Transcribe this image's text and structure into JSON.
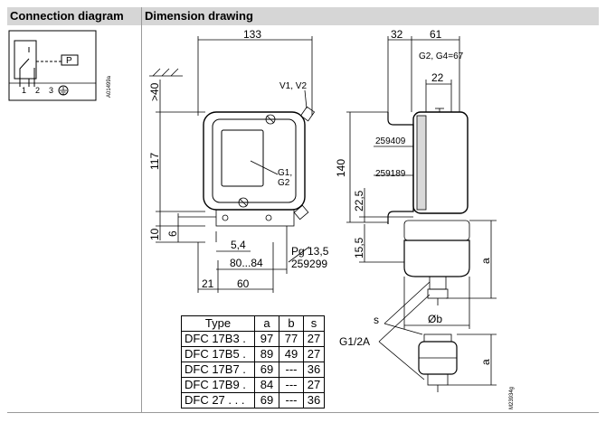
{
  "header": {
    "connection_title": "Connection diagram",
    "dimension_title": "Dimension drawing"
  },
  "connection": {
    "p_label": "P",
    "terminals": [
      "1",
      "2",
      "3"
    ],
    "ground_symbol": "⏚",
    "ref": "A01499a"
  },
  "dimensions": {
    "d133": "133",
    "d32": "32",
    "d61": "61",
    "g_note": "G2, G4=67",
    "d22": "22",
    "v_label": "V1, V2",
    "d40": ">40",
    "d117": "117",
    "d140": "140",
    "d22_5": "22,5",
    "part1": "259409",
    "part2": "259189",
    "g_label": "G1,\nG2",
    "g1": "G1,",
    "g2": "G2",
    "d10": "10",
    "d6": "6",
    "d5_4": "5,4",
    "d80_84": "80...84",
    "pg": "Pg 13,5",
    "part3": "259299",
    "d21": "21",
    "d60": "60",
    "d15_5": "15,5",
    "a": "a",
    "ob": "Øb",
    "s": "s",
    "thread": "G1/2A",
    "drawing_ref": "M23934g"
  },
  "table": {
    "headers": [
      "Type",
      "a",
      "b",
      "s"
    ],
    "rows": [
      [
        "DFC 17B3 .",
        "97",
        "77",
        "27"
      ],
      [
        "DFC 17B5 .",
        "89",
        "49",
        "27"
      ],
      [
        "DFC 17B7 .",
        "69",
        "---",
        "36"
      ],
      [
        "DFC 17B9 .",
        "84",
        "---",
        "27"
      ],
      [
        "DFC 27 . . .",
        "69",
        "---",
        "36"
      ]
    ]
  }
}
